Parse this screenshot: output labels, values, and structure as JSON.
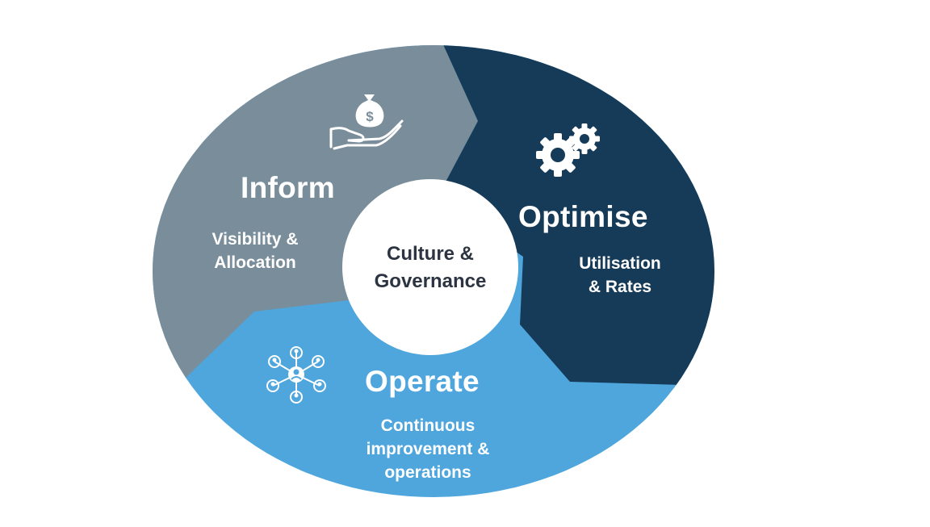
{
  "segments": {
    "inform": {
      "title": "Inform",
      "subtitle_lines": [
        "Visibility &",
        "Allocation"
      ],
      "color": "#7a8d9a",
      "icon": "money-bag-hand-icon"
    },
    "optimise": {
      "title": "Optimise",
      "subtitle_lines": [
        "Utilisation",
        "& Rates"
      ],
      "color": "#163b58",
      "icon": "gears-icon"
    },
    "operate": {
      "title": "Operate",
      "subtitle_lines": [
        "Continuous",
        "improvement &",
        "operations"
      ],
      "color": "#4ea6dd",
      "icon": "network-people-icon"
    }
  },
  "center": {
    "lines": [
      "Culture &",
      "Governance"
    ],
    "color": "#ffffff"
  }
}
